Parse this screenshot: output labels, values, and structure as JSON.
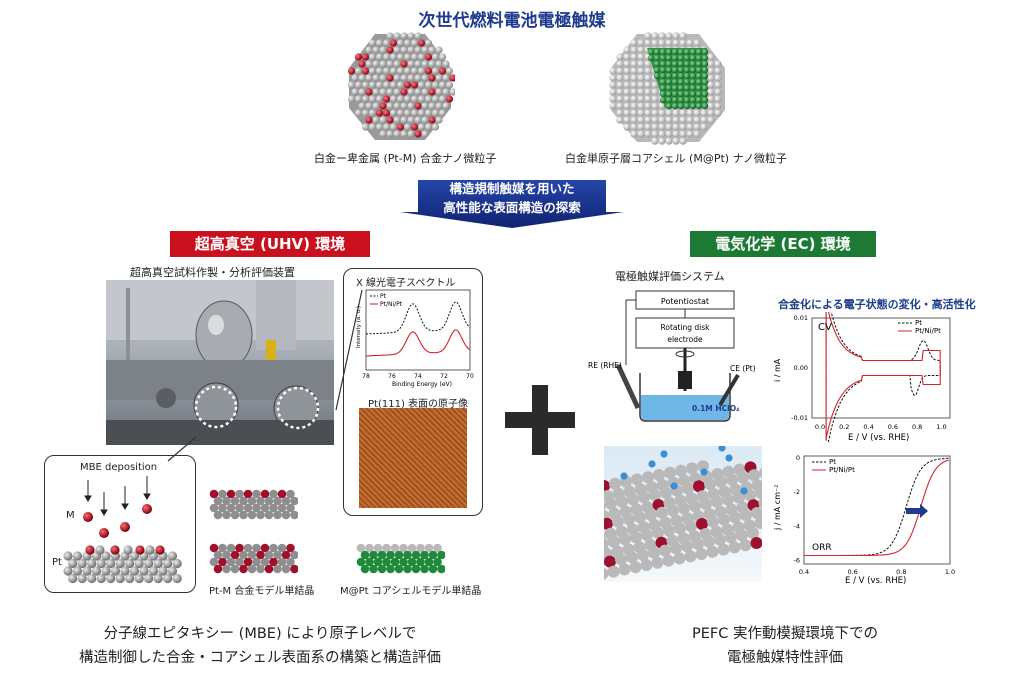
{
  "title": "次世代燃料電池電極触媒",
  "particles": {
    "alloy_caption": "白金ー卑金属 (Pt-M) 合金ナノ微粒子",
    "coreshell_caption": "白金単原子層コアシェル (M@Pt) ナノ微粒子"
  },
  "banner": {
    "line1": "構造規制触媒を用いた",
    "line2": "高性能な表面構造の探索"
  },
  "uhv": {
    "header": "超高真空 (UHV) 環境",
    "apparatus_caption": "超高真空試料作製・分析評価装置",
    "xps": {
      "title": "X 線光電子スペクトル",
      "legend_pt": "Pt",
      "legend_ptnipt": "Pt/Ni/Pt",
      "ylabel": "Intensity (a. u.)",
      "xlabel": "Binding Energy (eV)",
      "ticks": [
        "78",
        "76",
        "74",
        "72",
        "70"
      ]
    },
    "stm_caption": "Pt(111) 表面の原子像",
    "mbe": {
      "label": "MBE deposition",
      "m_label": "M",
      "pt_label": "Pt"
    },
    "ptm_caption": "Pt-M 合金モデル単結晶",
    "mpt_caption": "M@Pt コアシェルモデル単結晶",
    "bottom_line1": "分子線エピタキシー (MBE) により原子レベルで",
    "bottom_line2": "構造制御した合金・コアシェル表面系の構築と構造評価"
  },
  "ec": {
    "header": "電気化学 (EC) 環境",
    "system_caption": "電極触媒評価システム",
    "potentiostat": "Potentiostat",
    "rde_line1": "Rotating disk",
    "rde_line2": "electrode",
    "re_label": "RE (RHE)",
    "ce_label": "CE (Pt)",
    "electrolyte": "0.1M HClO₄",
    "alloy_effect": "合金化による電子状態の変化・高活性化",
    "cv": {
      "panel_label": "CV",
      "legend_pt": "Pt",
      "legend_ptnipt": "Pt/Ni/Pt",
      "ylabel": "i / mA",
      "xlabel": "E / V (vs. RHE)",
      "yticks": [
        "0.01",
        "0.00",
        "-0.01"
      ],
      "xticks": [
        "0.0",
        "0.2",
        "0.4",
        "0.6",
        "0.8",
        "1.0"
      ]
    },
    "orr": {
      "panel_label": "ORR",
      "legend_pt": "Pt",
      "legend_ptnipt": "Pt/Ni/Pt",
      "ylabel": "j / mA cm⁻²",
      "xlabel": "E / V (vs. RHE)",
      "yticks": [
        "0",
        "-2",
        "-4",
        "-6"
      ],
      "xticks": [
        "0.4",
        "0.6",
        "0.8",
        "1.0"
      ]
    },
    "bottom_line1": "PEFC 実作動模擬環境下での",
    "bottom_line2": "電極触媒特性評価"
  },
  "colors": {
    "title_blue": "#1f3b8f",
    "uhv_red": "#c8101e",
    "ec_green": "#1d7a34",
    "pt_gray": "#9a9a9a",
    "m_red": "#b0102a",
    "core_green": "#1f8a3a"
  }
}
